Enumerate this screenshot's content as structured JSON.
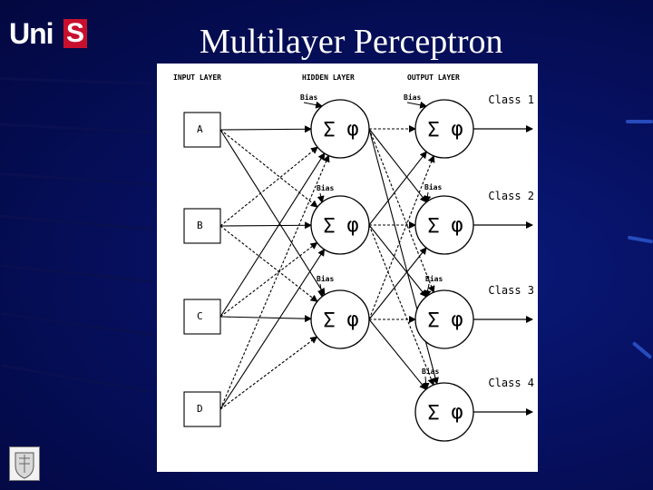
{
  "logo": {
    "text_uni": "Uni",
    "text_s": "S",
    "accent": "#c8102e"
  },
  "slide_title": "Multilayer Perceptron",
  "diagram": {
    "layer_labels": {
      "input": "INPUT LAYER",
      "hidden": "HIDDEN LAYER",
      "output": "OUTPUT LAYER"
    },
    "inputs": [
      "A",
      "B",
      "C",
      "D"
    ],
    "neuron_symbols": {
      "sum": "Σ",
      "activation": "φ"
    },
    "bias_label": "Bias",
    "classes": [
      "Class 1",
      "Class 2",
      "Class 3",
      "Class 4"
    ]
  },
  "colors": {
    "background": "#061060",
    "panel": "#ffffff",
    "stroke": "#000000",
    "title": "#ffffff"
  }
}
